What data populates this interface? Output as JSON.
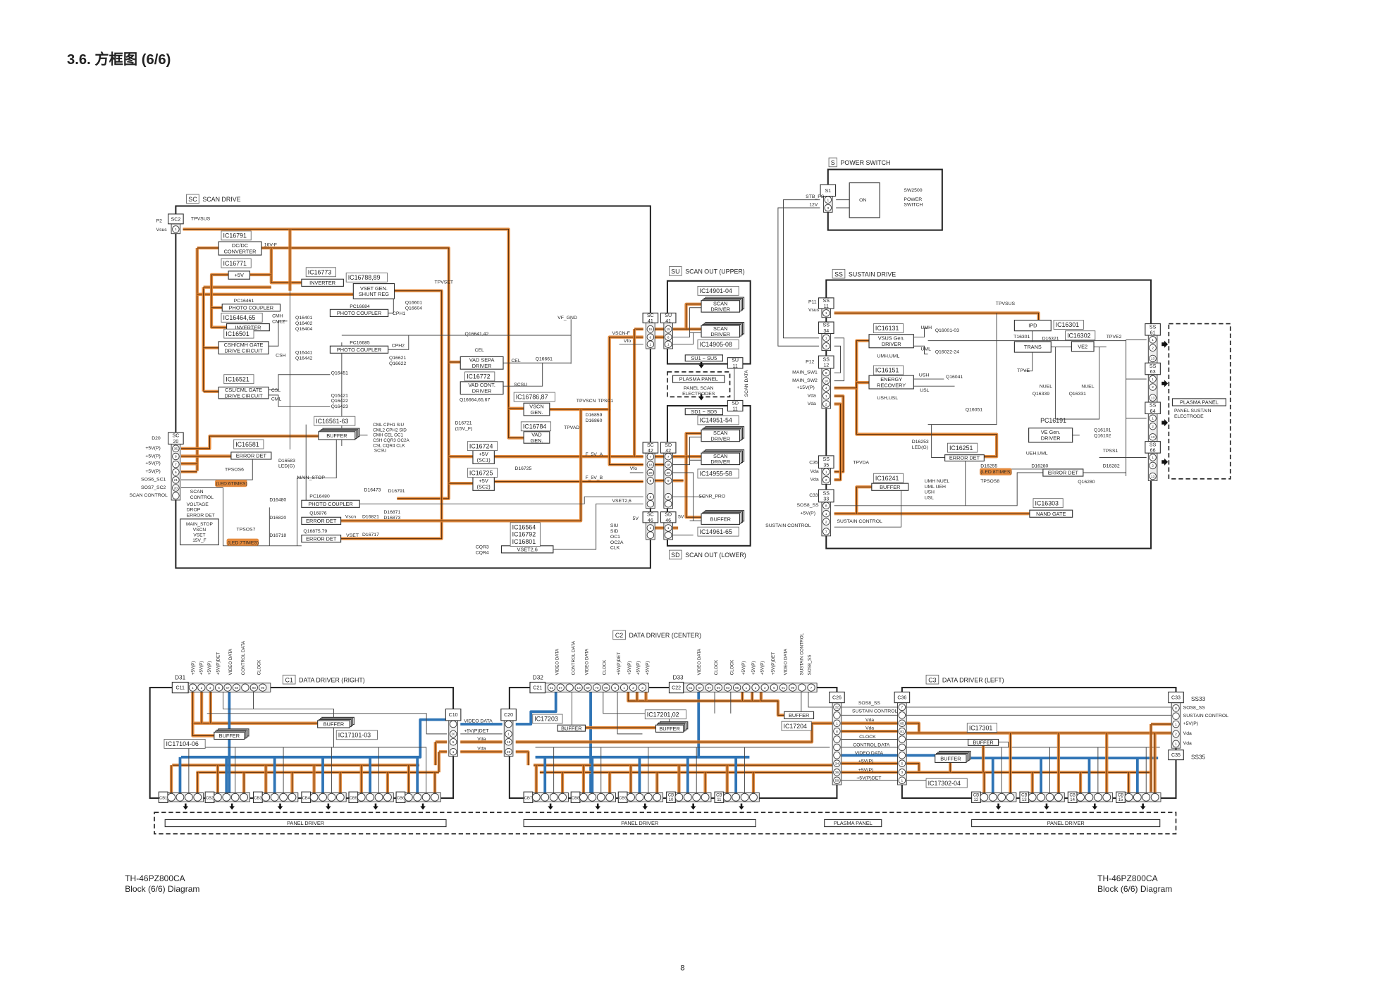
{
  "title": "3.6.  方框图 (6/6)",
  "footer": {
    "model_left": "TH-46PZ800CA",
    "caption_left": "Block (6/6) Diagram",
    "model_right": "TH-46PZ800CA",
    "caption_right": "Block (6/6) Diagram",
    "page": "8"
  },
  "sections": {
    "sc": {
      "code": "SC",
      "name": "SCAN DRIVE"
    },
    "s": {
      "code": "S",
      "name": "POWER SWITCH"
    },
    "su": {
      "code": "SU",
      "name": "SCAN OUT (UPPER)"
    },
    "sd": {
      "code": "SD",
      "name": "SCAN OUT (LOWER)"
    },
    "ss": {
      "code": "SS",
      "name": "SUSTAIN DRIVE"
    },
    "c1": {
      "code": "C1",
      "name": "DATA DRIVER (RIGHT)"
    },
    "c2": {
      "code": "C2",
      "name": "DATA DRIVER (CENTER)"
    },
    "c3": {
      "code": "C3",
      "name": "DATA DRIVER (LEFT)"
    }
  },
  "blocks": {
    "dcdc": [
      "DC/DC",
      "CONVERTER"
    ],
    "p5v": "+5V",
    "inv1": "INVERTER",
    "vset": [
      "VSET GEN.",
      "SHUNT REG"
    ],
    "pc1": "PHOTO COUPLER",
    "inv2": "INVERTER",
    "csh": [
      "CSH/CMH GATE",
      "DRIVE CIRCUIT"
    ],
    "pc2": "PHOTO COUPLER",
    "pc3": "PHOTO COUPLER",
    "csl": [
      "CSL/CML GATE",
      "DRIVE CIRCUIT"
    ],
    "buf1": "BUFFER",
    "err1": "ERROR DET",
    "pc4": "PHOTO COUPLER",
    "err2": "ERROR DET",
    "err3": "ERROR DET",
    "vadsepa": [
      "VAD SEPA",
      "DRIVER"
    ],
    "vadcont": [
      "VAD CONT.",
      "DRIVER"
    ],
    "vscn": [
      "VSCN",
      "GEN."
    ],
    "vad": [
      "VAD",
      "GEN."
    ],
    "sc1": [
      "+5V",
      "(SC1)"
    ],
    "sc2": [
      "+5V",
      "(SC2)"
    ],
    "vset26": "VSET2,6",
    "mainstop": [
      "MAIN_STOP",
      "VSCN",
      "VSET",
      "15V_F"
    ],
    "sdrv1": [
      "SCAN",
      "DRIVER"
    ],
    "sdrv2": [
      "SCAN",
      "DRIVER"
    ],
    "sdrv3": [
      "SCAN",
      "DRIVER"
    ],
    "sdrv4": [
      "SCAN",
      "DRIVER"
    ],
    "buf2": "BUFFER",
    "pp1": "PLASMA PANEL",
    "su1su5": "SU1 ~ SU5",
    "sd1sd5": "SD1 ~ SD5",
    "vsus": [
      "VSUS Gen.",
      "DRIVER"
    ],
    "ipd": "IPD",
    "trans": "TRANS",
    "ve2": "VE2",
    "er": [
      "ENERGY",
      "RECOVERY"
    ],
    "vegen": [
      "VE Gen.",
      "DRIVER"
    ],
    "err4": "ERROR DET",
    "err5": "ERROR DET",
    "buf3": "BUFFER",
    "nand": "NAND GATE",
    "pp2": "PLASMA PANEL",
    "buf4": "BUFFER",
    "buf5": "BUFFER",
    "buf6": "BUFFER",
    "buf7": "BUFFER",
    "buf8": "BUFFER",
    "buf9": "BUFFER",
    "buf10": "BUFFER",
    "pd1": "PANEL DRIVER",
    "pd2": "PANEL DRIVER",
    "pp3": "PLASMA PANEL",
    "pd3": "PANEL DRIVER"
  },
  "ics": {
    "ic16791": "IC16791",
    "ic16771": "IC16771",
    "ic16773": "IC16773",
    "ic16788": "IC16788,89",
    "ic16464": "IC16464,65",
    "ic16501": "IC16501",
    "ic16521": "IC16521",
    "ic16561": "IC16561-63",
    "ic16581": "IC16581",
    "ic16772": "IC16772",
    "ic16786": "IC16786,87",
    "ic16784": "IC16784",
    "ic16724": "IC16724",
    "ic16725": "IC16725",
    "ic16564": [
      "IC16564",
      "IC16792",
      "IC16801"
    ],
    "ic14901": "IC14901-04",
    "ic14905": "IC14905-08",
    "ic14951": "IC14951-54",
    "ic14955": "IC14955-58",
    "ic14961": "IC14961-65",
    "ic16131": "IC16131",
    "ic16301": "IC16301",
    "ic16302": "IC16302",
    "ic16151": "IC16151",
    "ic16251": "IC16251",
    "ic16241": "IC16241",
    "ic16303": "IC16303",
    "ic17101": "IC17101-03",
    "ic17104": "IC17104-06",
    "ic17203": "IC17203",
    "ic17201": "IC17201,02",
    "ic17204": "IC17204",
    "ic17301": "IC17301",
    "ic17302": "IC17302-04"
  },
  "labels": {
    "p2": "P2",
    "vsus": "Vsus",
    "tpvsus": "TPVSUS",
    "v16f": "16V-F",
    "pc16461": "PC16461",
    "pc16684": "PC16684",
    "pc16685": "PC16685",
    "q16601": [
      "Q16601",
      "Q16604"
    ],
    "q16401": [
      "Q16401",
      "Q16402",
      "Q16404"
    ],
    "q16441": [
      "Q16441",
      "Q16442"
    ],
    "q16621": [
      "Q16621",
      "Q16622"
    ],
    "q16451": "Q16451",
    "q16421": [
      "Q16421",
      "Q16422",
      "Q16423"
    ],
    "cmh": [
      "CMH",
      "CML2"
    ],
    "csh": "CSH",
    "csl": "CSL",
    "cml": "CML",
    "cph1": "CPH1",
    "cph2": "CPH2",
    "tpvset": "TPVSET",
    "vfgnd": "VF_GND",
    "q16641": "Q16641,42",
    "cel1": "CEL",
    "cel2": "CEL",
    "q16661": "Q16661",
    "scsu": "SCSU",
    "q16664": "Q16664,65,67",
    "tpvscn": "TPVSCN",
    "tpsc1": "TPSC1",
    "d16859": [
      "D16859",
      "D16860"
    ],
    "tpvad": "TPVAD",
    "d16721": [
      "D16721",
      "(15V_F)"
    ],
    "d16725": "D16725",
    "f5va": "F_5V_A",
    "f5vb": "F_5V_B",
    "vset26l": "VSET2,6",
    "vscnf": "VSCN-F",
    "vfo": "Vfo",
    "vfo2": "Vfo",
    "siglist": [
      "CML   CPH1  SIU",
      "CML2  CPH2  SID",
      "CMH   CEL   OC1",
      "CSH   CQR3  OC2A",
      "CSL   CQR4  CLK",
      "          SCSU"
    ],
    "d16583": [
      "D16583",
      "LED(G)"
    ],
    "tpsos6": "TPSOS6",
    "led6": "(LED:6TIMES)",
    "mainstop": "MAIN_STOP",
    "d16480": "D16480",
    "pc16480": "PC16480",
    "d16473": "D16473",
    "d16791": "D16791",
    "d16820": "D16820",
    "q16876": "Q16876",
    "vscn": "Vscn",
    "d16821": "D16821",
    "d16871": [
      "D16871",
      "D16873"
    ],
    "d16718": "D16718",
    "q16875": "Q16875,79",
    "vsetl": "VSET",
    "d16717": "D16717",
    "tpsos7": "TPSOS7",
    "led7": "(LED:7TIMES)",
    "scanctl": [
      "SCAN",
      "CONTROL"
    ],
    "vdrop": [
      "VOLTAGE",
      "DROP",
      "ERROR DET"
    ],
    "cqr": [
      "CQR3",
      "CQR4"
    ],
    "siu": [
      "SIU",
      "SID",
      "OC1",
      "OC2A",
      "CLK"
    ],
    "sv": "5V",
    "d20": "D20",
    "p5va": "+5V(P)",
    "p5vb": "+5V(P)",
    "p5vc": "+5V(P)",
    "p5vd": "+5V(P)",
    "sos6": "SOS6_SC1",
    "sos7": "SOS7_SC2",
    "scanctl2": "SCAN CONTROL",
    "scnrpro": "SCNR_PRO",
    "scandata": "SCAN DATA",
    "panelscan": [
      "PANEL SCAN",
      "ELECTRODES"
    ],
    "sv5": "5V",
    "stbps": "STB_PS",
    "v12": "12V",
    "on": "ON",
    "sw2500": "SW2500",
    "pswitch": [
      "POWER",
      "SWITCH"
    ],
    "p11": "P11",
    "vsus2": "Vsus",
    "tpvsus2": "TPVSUS",
    "umh": "UMH",
    "uml": "UML",
    "q16001": "Q16001-03",
    "q16022": "Q16022-24",
    "umhuml": "UMH,UML",
    "t16301": "T16301",
    "d16321": "D16321",
    "tpve2": "TPVE2",
    "tpve": "TPVE",
    "p12": "P12",
    "mainsw1": "MAIN_SW1",
    "mainsw2": "MAIN_SW2",
    "p15v": "+15V(P)",
    "vda1": "Vda",
    "vda2": "Vda",
    "ush": "USH",
    "usl": "USL",
    "ushusl": "USH,USL",
    "q16041": "Q16041",
    "q16051": "Q16051",
    "nuel1": "NUEL",
    "q16339": "Q16339",
    "nuel2": "NUEL",
    "q16331": "Q16331",
    "pc16191": "PC16191",
    "q16101": [
      "Q16101",
      "Q16102"
    ],
    "ueh": "UEH,UML",
    "tpss1": "TPSS1",
    "d16253": [
      "D16253",
      "LED(G)"
    ],
    "d16255": "D16255",
    "led8": "(LED:8TIMES)",
    "tpsos8": "TPSOS8",
    "d16280": "D16280",
    "d16282": "D16282",
    "q16280": "Q16280",
    "c35": "C35",
    "vda3": "Vda",
    "vda4": "Vda",
    "tpvda": "TPVDA",
    "c33": "C33",
    "sos8": "SOS8_SS",
    "p5vp": "+5V(P)",
    "susctl": "SUSTAIN CONTROL",
    "susctl2": "SUSTAIN CONTROL",
    "umhlist": [
      "UMH NUEL",
      "UML UEH",
      "USH",
      "USL"
    ],
    "panelsus": [
      "PANEL SUSTAIN",
      "ELECTRODE"
    ],
    "d31": "D31",
    "d32": "D32",
    "d33": "D33",
    "c10vd": "VIDEO DATA",
    "c10det": "+5V(P)DET",
    "c10vda1": "Vda",
    "c10vda2": "Vda",
    "m_sos8": "SOS8_SS",
    "m_sus": "SUSTAIN CONTROL",
    "m_vda1": "Vda",
    "m_vda2": "Vda",
    "m_clk": "CLOCK",
    "m_ctl": "CONTROL DATA",
    "m_vd": "VIDEO DATA",
    "m_p5v1": "+5V(P)",
    "m_p5v2": "+5V(P)",
    "m_det": "+5V(P)DET",
    "ss33": "SS33",
    "r_sos8": "SOS8_SS",
    "r_sus": "SUSTAIN CONTROL",
    "r_p5v": "+5V(P)",
    "r_vda1": "Vda",
    "r_vda2": "Vda",
    "ss35": "SS35"
  },
  "vlabels": {
    "c11": [
      "+5V(P)",
      "+5V(P)",
      "+5V(P)",
      "+5V(P)DET",
      "VIDEO DATA",
      "CONTROL DATA",
      "CLOCK"
    ],
    "c21": [
      "VIDEO DATA",
      "CONTROL DATA",
      "VIDEO DATA",
      "CLOCK",
      "+5V(P)DET",
      "+5V(P)",
      "+5V(P)",
      "+5V(P)"
    ],
    "c22": [
      "VIDEO DATA",
      "CLOCK",
      "CLOCK",
      "+5V(P)",
      "+5V(P)",
      "+5V(P)",
      "+5V(P)DET",
      "VIDEO DATA",
      "SUSTAIN CONTROL",
      "SOS8_SS"
    ]
  },
  "connectors": {
    "sc2": {
      "name": "SC2",
      "pins": [
        "1"
      ]
    },
    "sc20": {
      "name": [
        "SC",
        "20"
      ],
      "pins": [
        "35",
        "8",
        "7",
        "6",
        "21",
        "20",
        ""
      ]
    },
    "sc41": {
      "name": [
        "SC",
        "41"
      ],
      "pins": [
        "15",
        "6",
        "1"
      ]
    },
    "su41": {
      "name": [
        "SU",
        "41"
      ],
      "pins": [
        "15",
        "6",
        "1"
      ]
    },
    "sc42": {
      "name": [
        "SC",
        "42"
      ],
      "pins": [
        "7",
        "18",
        "20",
        "9",
        "2",
        ""
      ]
    },
    "sd42": {
      "name": [
        "SD",
        "42"
      ],
      "pins": [
        "7",
        "18",
        "20",
        "9",
        "2",
        ""
      ]
    },
    "sc46": {
      "name": [
        "SC",
        "46"
      ],
      "pins": [
        "1",
        ""
      ]
    },
    "sd46": {
      "name": [
        "SD",
        "46"
      ],
      "pins": [
        "1",
        ""
      ]
    },
    "su11": {
      "name": [
        "SU",
        "11"
      ],
      "pins": []
    },
    "sd11": {
      "name": [
        "SD",
        "11"
      ],
      "pins": []
    },
    "s1": {
      "name": "S1",
      "pins": [
        "1",
        "3"
      ]
    },
    "ss11": {
      "name": [
        "SS",
        "11"
      ],
      "pins": [
        "1"
      ]
    },
    "ss34": {
      "name": [
        "SS",
        "34"
      ],
      "pins": [
        "1",
        "3"
      ]
    },
    "ss12": {
      "name": [
        "SS",
        "12"
      ],
      "pins": [
        "8",
        "10",
        "4",
        "1",
        "2"
      ]
    },
    "ss35": {
      "name": [
        "SS",
        "35"
      ],
      "pins": [
        "1",
        "2"
      ]
    },
    "ss33": {
      "name": [
        "SS",
        "33"
      ],
      "pins": [
        "8",
        "1",
        "2",
        "7"
      ]
    },
    "ss61": {
      "name": [
        "SS",
        "61"
      ],
      "pins": [
        "1",
        "2",
        "13"
      ]
    },
    "ss63": {
      "name": [
        "SS",
        "63"
      ],
      "pins": [
        "1",
        "2",
        "13"
      ]
    },
    "ss64": {
      "name": [
        "SS",
        "64"
      ],
      "pins": [
        "1",
        "2",
        "13"
      ]
    },
    "ss66": {
      "name": [
        "SS",
        "66"
      ],
      "pins": [
        "1",
        "2",
        "13"
      ]
    },
    "c10": {
      "name": "C10",
      "pins": [
        "",
        "20",
        "5",
        "1"
      ]
    },
    "c20": {
      "name": "C20",
      "pins": [
        "",
        "1",
        "18",
        "20"
      ]
    },
    "c26": {
      "name": "C26",
      "pins": [
        "32",
        "",
        "1",
        "8",
        "",
        "",
        "",
        "34",
        "36",
        "58"
      ]
    },
    "c36": {
      "name": "C36",
      "pins": [
        "7",
        "",
        "85",
        "81",
        "",
        "",
        "",
        "5",
        "3",
        "1"
      ]
    },
    "c33": {
      "name": "C33",
      "pins": [
        "8",
        "",
        "1",
        "2",
        "1"
      ]
    },
    "c35": {
      "name": "C35",
      "pins": []
    },
    "c11": {
      "name": "C11",
      "pins": [
        "1",
        "2",
        "3",
        "5",
        "67",
        "68",
        "",
        "93",
        "96"
      ]
    },
    "c21": {
      "name": "C21",
      "pins": [
        "61",
        "67",
        "",
        "13",
        "69",
        "70",
        "99",
        "5",
        "1",
        "2",
        "3"
      ]
    },
    "c22": {
      "name": "C22",
      "pins": [
        "61",
        "67",
        "97",
        "69",
        "93",
        "95",
        "1",
        "2",
        "3",
        "5",
        "91",
        "99",
        "",
        "7"
      ]
    }
  },
  "cb": [
    [
      "CB1"
    ],
    [
      "CB2"
    ],
    [
      "CB3"
    ],
    [
      "CB4"
    ],
    [
      "CB5"
    ],
    [
      "CB6"
    ],
    [
      "CB7"
    ],
    [
      "CB8"
    ],
    [
      "CB9"
    ],
    [
      "CB",
      "10"
    ],
    [
      "CB",
      "11"
    ],
    [
      "CB",
      "12"
    ],
    [
      "CB",
      "13"
    ],
    [
      "CB",
      "14"
    ],
    [
      "CB",
      "15"
    ]
  ],
  "colors": {
    "power_line": "#e0812f",
    "video_line": "#2f74b5",
    "signal_line": "#444444"
  }
}
